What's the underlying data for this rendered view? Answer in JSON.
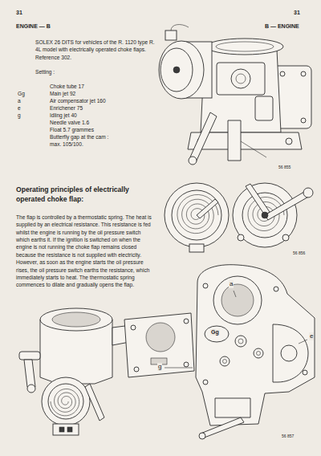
{
  "diagram": {
    "title": "Operating principles of electrically operated choke flap:",
    "labels": [
      "31",
      "ENGINE — B",
      "B — ENGINE",
      "31",
      "SOLEX 26 DITS for vehicles of the R. 1120 type R. 4L model with electrically operated choke flaps. Reference 302.",
      "Setting :",
      "Choke tube 17",
      "Gg",
      "Main jet 92",
      "a",
      "Air compensator jet 160",
      "e",
      "Enrichener 75",
      "g",
      "Idling jet 40",
      "Needle valve 1.6",
      "Float 5.7 grammes",
      "Butterfly gap at the cam :",
      "max. 105/100.",
      "56 855",
      "The flap is controlled by a thermostatic spring. The heat is supplied by an electrical resistance. This resistance is fed whilst the engine is running by the oil pressure switch which earths it. If the ignition is switched on when the engine is not running the choke flap remains closed because the resistance is not supplied with electricity. However, as soon as the engine starts the oil pressure rises, the oil pressure switch earths the resistance, which immediately starts to heat. The thermostatic spring commences to dilate and gradually opens the flap.",
      "56 856",
      "g",
      "a",
      "Gg",
      "e",
      "56 857"
    ]
  }
}
